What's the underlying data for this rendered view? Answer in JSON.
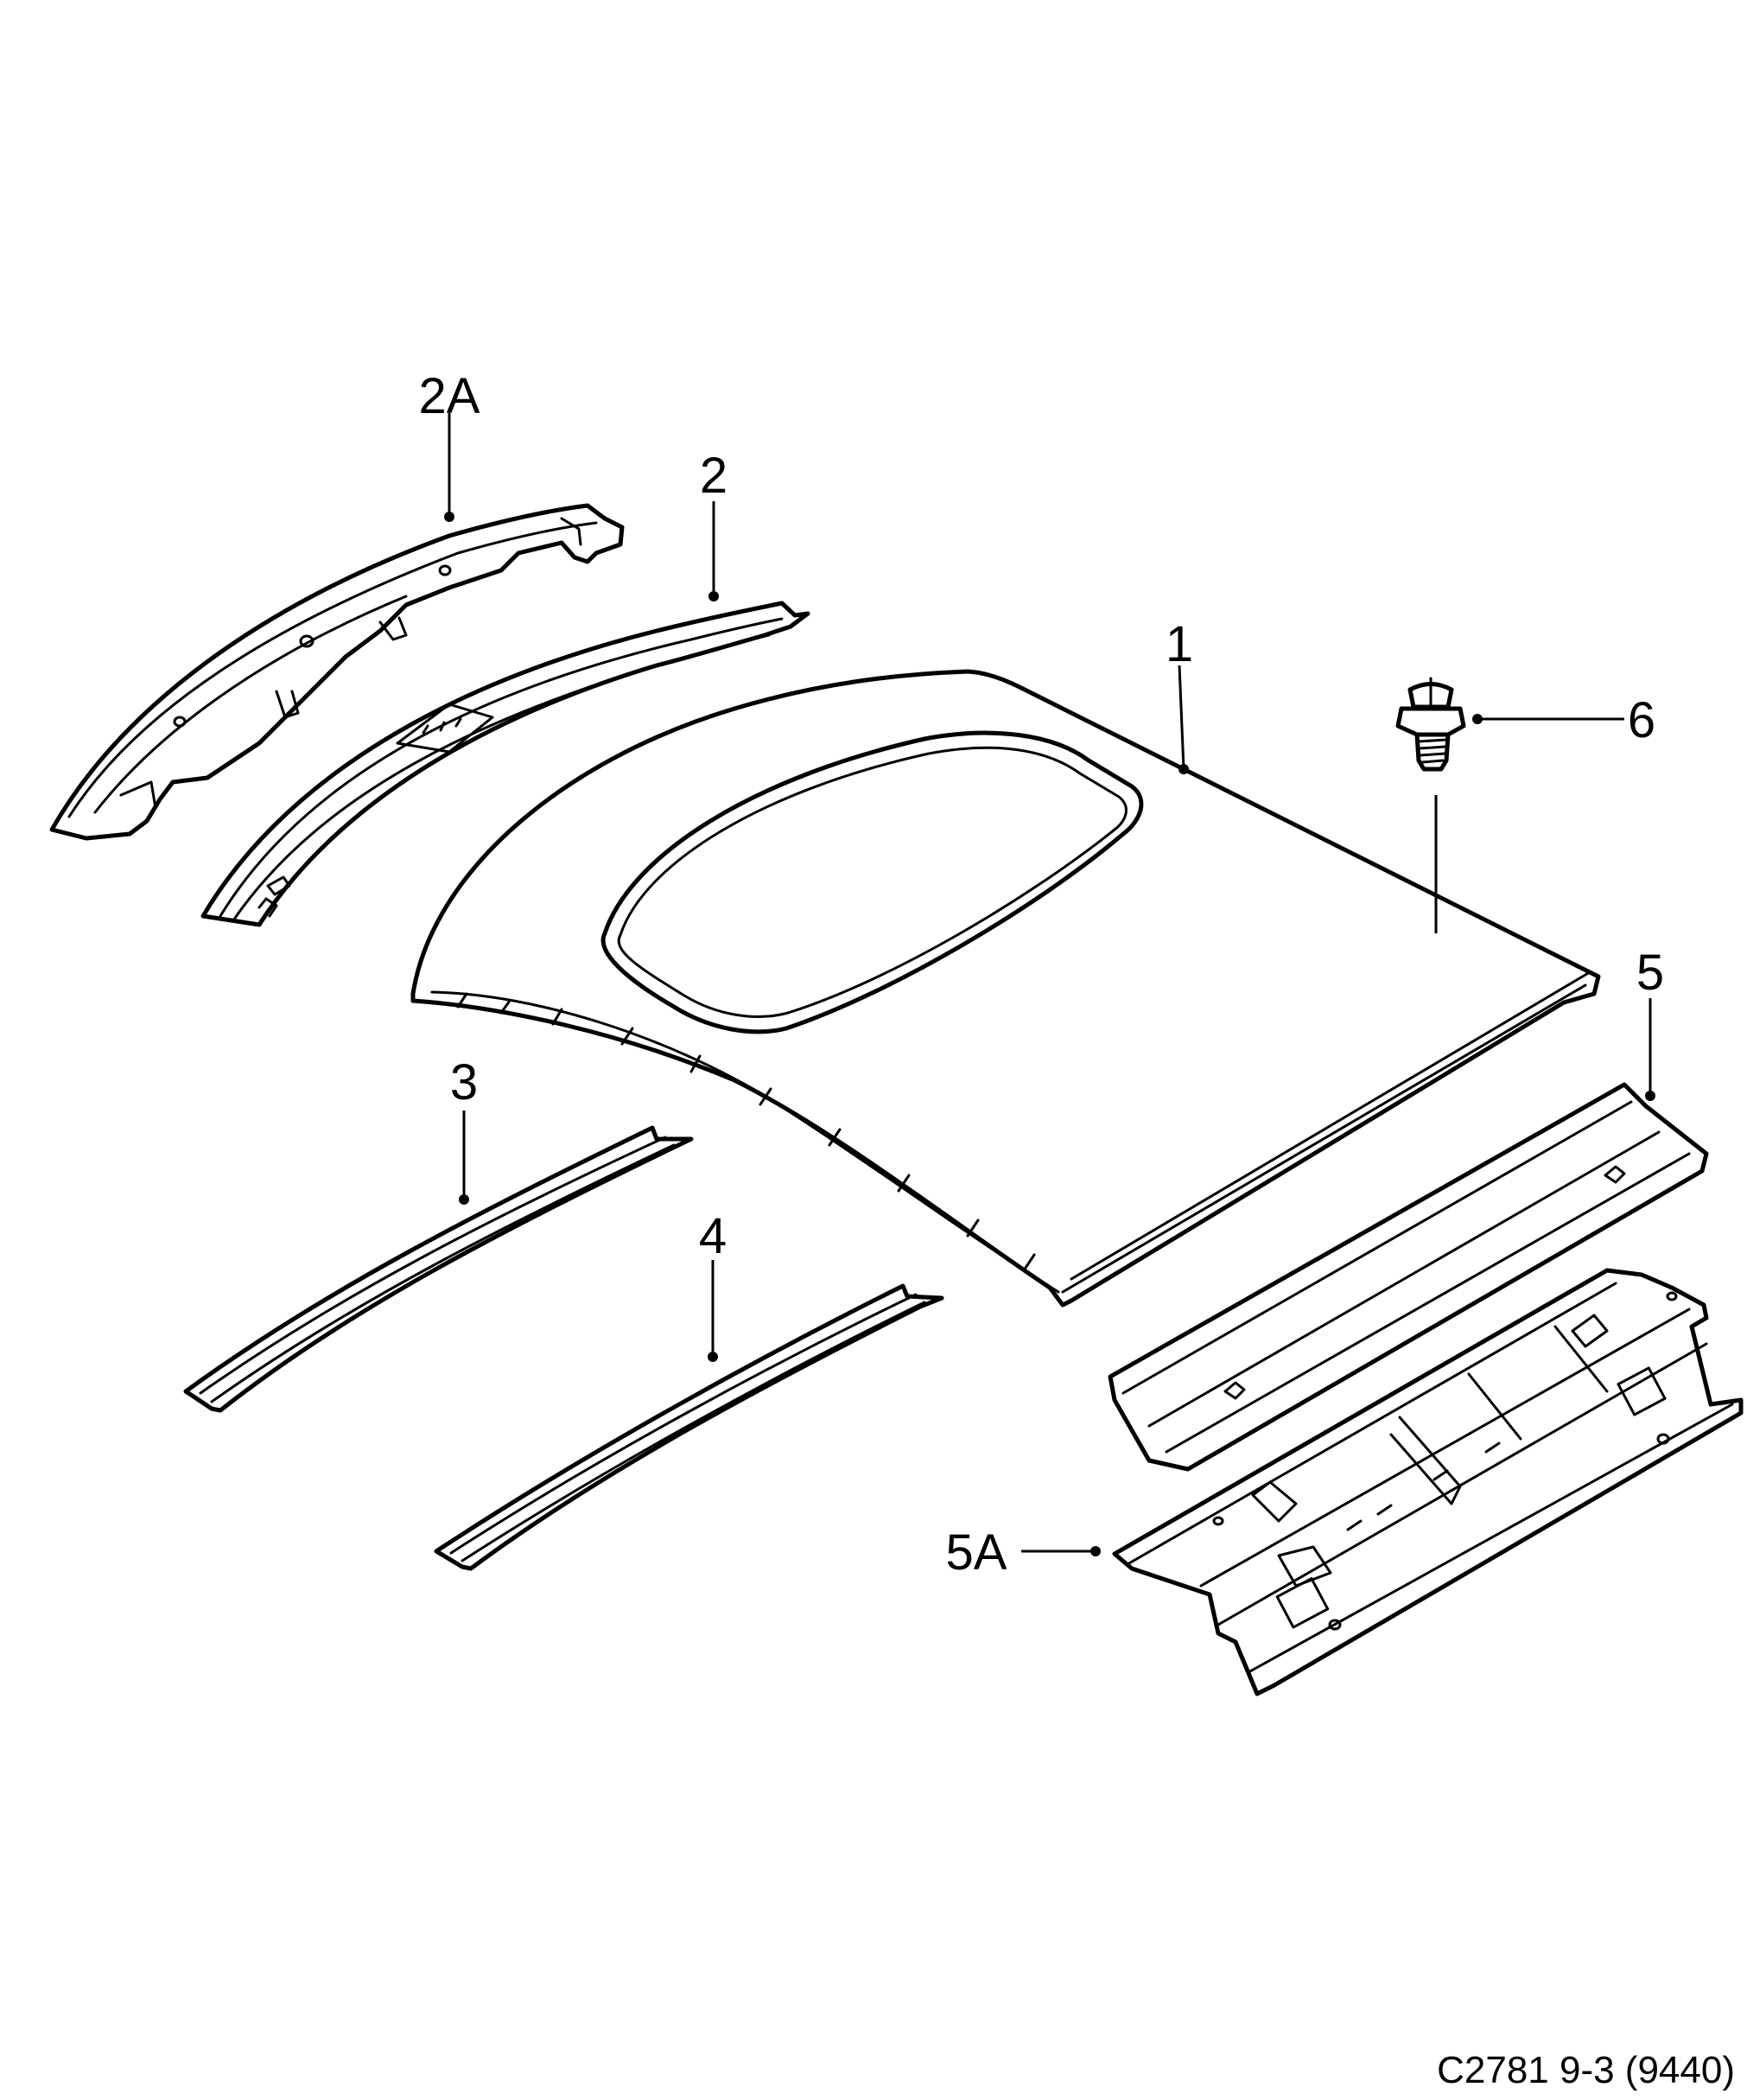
{
  "diagram": {
    "callouts": [
      {
        "id": "1",
        "label": "1"
      },
      {
        "id": "2",
        "label": "2"
      },
      {
        "id": "2A",
        "label": "2A"
      },
      {
        "id": "3",
        "label": "3"
      },
      {
        "id": "4",
        "label": "4"
      },
      {
        "id": "5",
        "label": "5"
      },
      {
        "id": "5A",
        "label": "5A"
      },
      {
        "id": "6",
        "label": "6"
      }
    ],
    "reference_code": "C2781 9-3 (9440)"
  },
  "colors": {
    "line": "#000000",
    "background": "#ffffff"
  }
}
